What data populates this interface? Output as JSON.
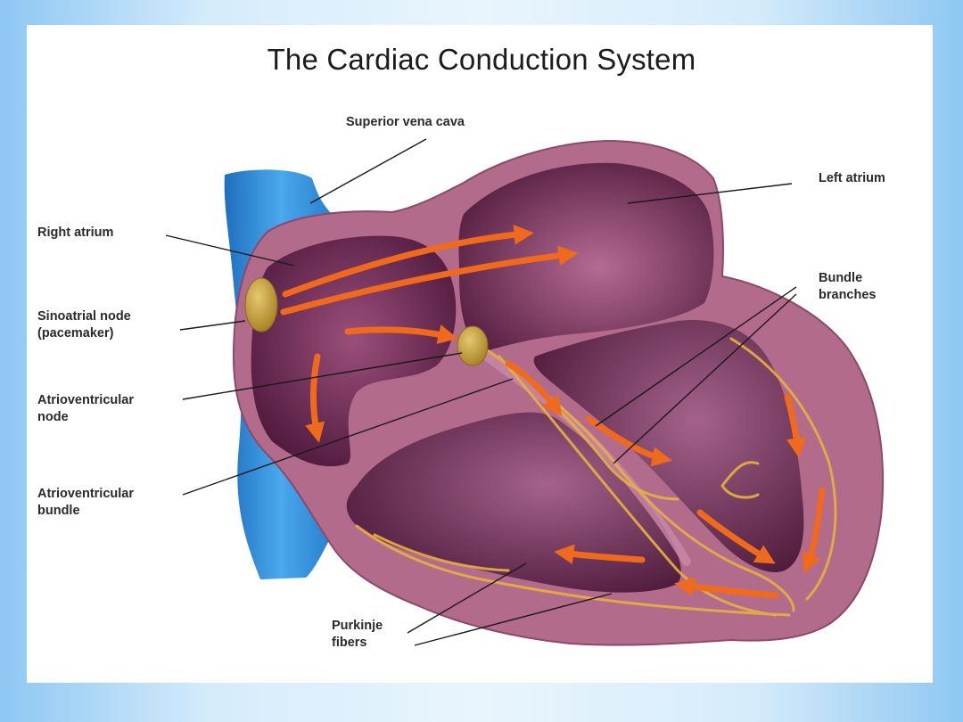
{
  "title": "The Cardiac Conduction System",
  "labels": {
    "superior_vena_cava": "Superior vena cava",
    "left_atrium": "Left atrium",
    "right_atrium": "Right atrium",
    "sinoatrial_node_line1": "Sinoatrial node",
    "sinoatrial_node_line2": "(pacemaker)",
    "bundle_branches_line1": "Bundle",
    "bundle_branches_line2": "branches",
    "av_node_line1": "Atrioventricular",
    "av_node_line2": "node",
    "av_bundle_line1": "Atrioventricular",
    "av_bundle_line2": "bundle",
    "purkinje_line1": "Purkinje",
    "purkinje_line2": "fibers"
  },
  "colors": {
    "vessel_blue": "#2f8fd8",
    "heart_wall": "#b36b8c",
    "chamber_dark": "#5a1e44",
    "node_gold": "#c9a43c",
    "fiber_yellow": "#e8b040",
    "arrow_orange": "#f06a1e"
  }
}
